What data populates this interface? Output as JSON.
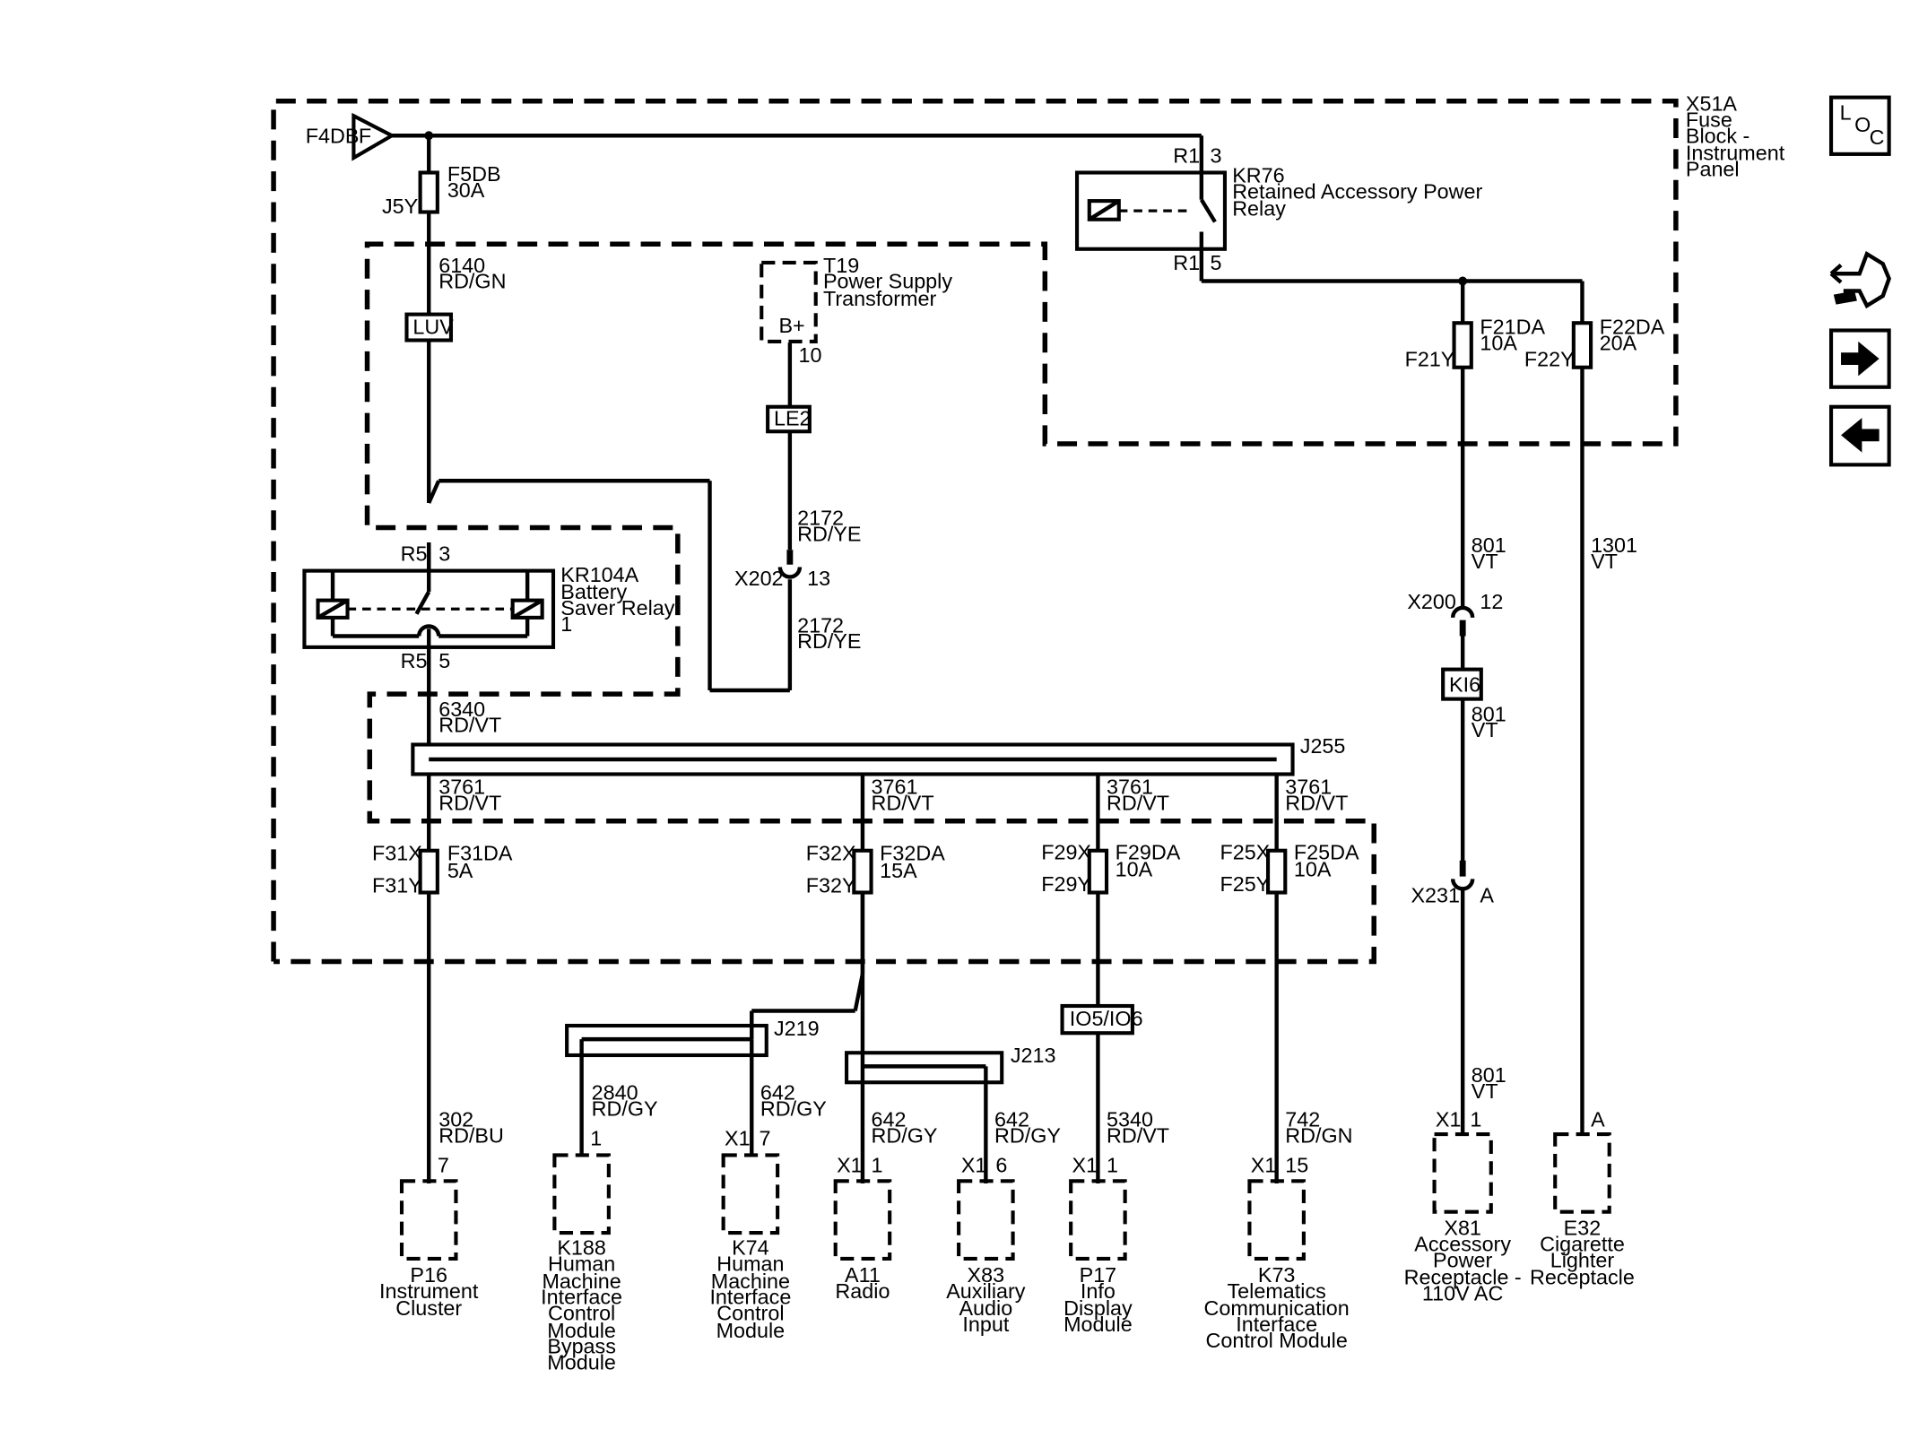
{
  "colors": {
    "ink": "#000000",
    "paper": "#ffffff"
  },
  "icons": [
    "loc-icon",
    "navigation-tools-icon",
    "arrow-right-icon",
    "arrow-left-icon"
  ],
  "nav": {
    "loc": {
      "l": "L",
      "o": "O",
      "c": "C"
    }
  },
  "fuse_block": {
    "name": "X51A",
    "lines": [
      "Fuse",
      "Block -",
      "Instrument",
      "Panel"
    ]
  },
  "source": {
    "connector": "F4DB",
    "symbol": "F"
  },
  "relay_kr76": {
    "pin_top_cav": "R1",
    "pin_top_num": "3",
    "pin_bot_cav": "R1",
    "pin_bot_num": "5",
    "name": "KR76",
    "lines": [
      "Retained Accessory Power",
      "Relay"
    ]
  },
  "fuse_f5db": {
    "lines": [
      "F5DB",
      "30A"
    ],
    "cavity": "J5Y"
  },
  "wire_6140": {
    "lines": [
      "6140",
      "RD/GN"
    ]
  },
  "luv": "LUV",
  "t19": {
    "lines": [
      "T19",
      "Power Supply",
      "Transformer"
    ],
    "pin_label": "B+",
    "pin_num": "10"
  },
  "le2": "LE2",
  "wire_2172a": {
    "lines": [
      "2172",
      "RD/YE"
    ]
  },
  "x202": {
    "name": "X202",
    "pin": "13"
  },
  "wire_2172b": {
    "lines": [
      "2172",
      "RD/YE"
    ]
  },
  "relay_kr104a": {
    "pin_top_cav": "R5",
    "pin_top_num": "3",
    "pin_bot_cav": "R5",
    "pin_bot_num": "5",
    "lines": [
      "KR104A",
      "Battery",
      "Saver Relay",
      "1"
    ]
  },
  "wire_6340": {
    "lines": [
      "6340",
      "RD/VT"
    ]
  },
  "j255": "J255",
  "branches": [
    {
      "wire": [
        "3761",
        "RD/VT"
      ],
      "fuse_x": "F31X",
      "fuse_y": "F31Y",
      "fuse": [
        "F31DA",
        "5A"
      ]
    },
    {
      "wire": [
        "3761",
        "RD/VT"
      ],
      "fuse_x": "F32X",
      "fuse_y": "F32Y",
      "fuse": [
        "F32DA",
        "15A"
      ]
    },
    {
      "wire": [
        "3761",
        "RD/VT"
      ],
      "fuse_x": "F29X",
      "fuse_y": "F29Y",
      "fuse": [
        "F29DA",
        "10A"
      ]
    },
    {
      "wire": [
        "3761",
        "RD/VT"
      ],
      "fuse_x": "F25X",
      "fuse_y": "F25Y",
      "fuse": [
        "F25DA",
        "10A"
      ]
    }
  ],
  "fuse_f21da": {
    "lines": [
      "F21DA",
      "10A"
    ],
    "cavity": "F21Y"
  },
  "fuse_f22da": {
    "lines": [
      "F22DA",
      "20A"
    ],
    "cavity": "F22Y"
  },
  "wire_801a": {
    "lines": [
      "801",
      "VT"
    ]
  },
  "x200": {
    "name": "X200",
    "pin": "12"
  },
  "ki6": "KI6",
  "wire_801b": {
    "lines": [
      "801",
      "VT"
    ]
  },
  "x231": {
    "name": "X231",
    "pin": "A"
  },
  "wire_801c": {
    "lines": [
      "801",
      "VT"
    ]
  },
  "wire_1301": {
    "lines": [
      "1301",
      "VT"
    ]
  },
  "j219": "J219",
  "j213": "J213",
  "io5": "IO5/IO6",
  "wire_302": {
    "lines": [
      "302",
      "RD/BU"
    ]
  },
  "wire_2840": {
    "lines": [
      "2840",
      "RD/GY"
    ]
  },
  "wire_642a": {
    "lines": [
      "642",
      "RD/GY"
    ]
  },
  "wire_642b": {
    "lines": [
      "642",
      "RD/GY"
    ]
  },
  "wire_642c": {
    "lines": [
      "642",
      "RD/GY"
    ]
  },
  "wire_5340": {
    "lines": [
      "5340",
      "RD/VT"
    ]
  },
  "wire_742": {
    "lines": [
      "742",
      "RD/GN"
    ]
  },
  "components": {
    "p16": {
      "conn": "",
      "pin": "7",
      "lines": [
        "P16",
        "Instrument",
        "Cluster"
      ]
    },
    "k188": {
      "conn": "",
      "pin": "1",
      "lines": [
        "K188",
        "Human",
        "Machine",
        "Interface",
        "Control",
        "Module",
        "Bypass",
        "Module"
      ]
    },
    "k74": {
      "conn": "X1",
      "pin": "7",
      "lines": [
        "K74",
        "Human",
        "Machine",
        "Interface",
        "Control",
        "Module"
      ]
    },
    "a11": {
      "conn": "X1",
      "pin": "1",
      "lines": [
        "A11",
        "Radio"
      ]
    },
    "x83": {
      "conn": "X1",
      "pin": "6",
      "lines": [
        "X83",
        "Auxiliary",
        "Audio",
        "Input"
      ]
    },
    "p17": {
      "conn": "X1",
      "pin": "1",
      "lines": [
        "P17",
        "Info",
        "Display",
        "Module"
      ]
    },
    "k73": {
      "conn": "X1",
      "pin": "15",
      "lines": [
        "K73",
        "Telematics",
        "Communication",
        "Interface",
        "Control Module"
      ]
    },
    "x81": {
      "conn": "X1",
      "pin": "1",
      "lines": [
        "X81",
        "Accessory",
        "Power",
        "Receptacle -",
        "110V AC"
      ]
    },
    "e32": {
      "conn": "",
      "pin": "A",
      "lines": [
        "E32",
        "Cigarette",
        "Lighter",
        "Receptacle"
      ]
    }
  }
}
